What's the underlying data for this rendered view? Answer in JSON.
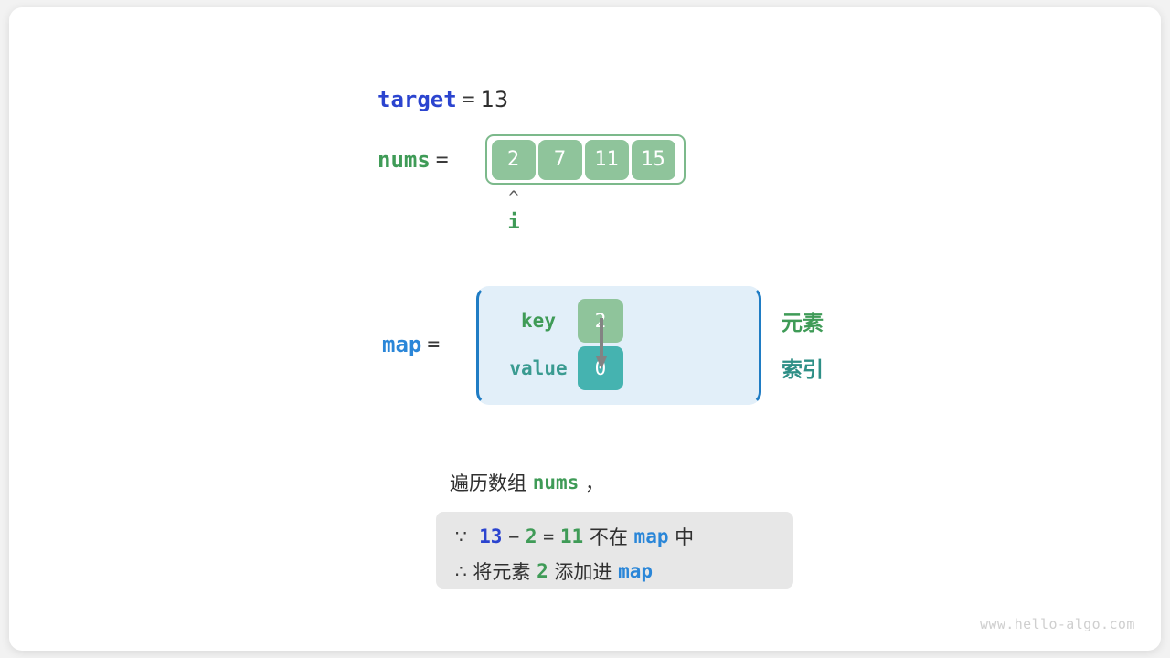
{
  "figure": {
    "watermark": "www.hello-algo.com"
  },
  "target": {
    "name": "target",
    "equals": "=",
    "value": "13"
  },
  "nums": {
    "name": "nums",
    "equals": "=",
    "cells": [
      "2",
      "7",
      "11",
      "15"
    ]
  },
  "pointer": {
    "caret": "^",
    "label": "i"
  },
  "map": {
    "name": "map",
    "equals": "=",
    "key_label": "key",
    "value_label": "value",
    "key_cell": "2",
    "value_cell": "0",
    "legend_element": "元素",
    "legend_index": "索引"
  },
  "caption": {
    "prefix": "遍历数组 ",
    "code": "nums",
    "suffix": " ，"
  },
  "note": {
    "line1": {
      "symbol": "∵",
      "a": "13",
      "op1": "−",
      "b": "2",
      "op2": "=",
      "c": "11",
      "text1": " 不在 ",
      "map": "map",
      "text2": " 中"
    },
    "line2": {
      "symbol": "∴",
      "text1": " 将元素 ",
      "num": "2",
      "text2": " 添加进 ",
      "map": "map"
    }
  },
  "colors": {
    "blue": "#2b44cf",
    "light_blue": "#2a86d8",
    "green": "#3f9b57",
    "teal": "#45b3b0",
    "cell_green": "#8fc49b",
    "map_bg": "#e2eff9",
    "note_bg": "#e7e7e7"
  }
}
